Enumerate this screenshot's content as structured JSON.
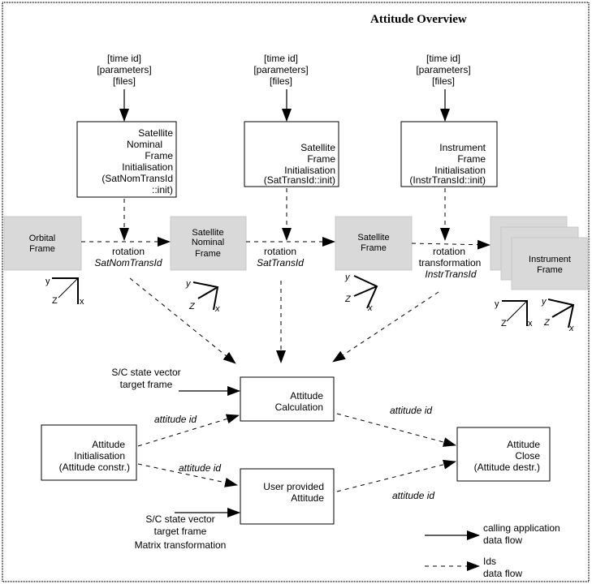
{
  "title": "Attitude Overview",
  "inputs": {
    "line1": "[time id]",
    "line2": "[parameters]",
    "line3": "[files]"
  },
  "init_boxes": [
    {
      "lines": [
        "Satellite",
        "Nominal",
        "Frame",
        "Initialisation",
        "(SatNomTransId",
        "::init)"
      ]
    },
    {
      "lines": [
        "Satellite",
        "Frame",
        "Initialisation",
        "(SatTransId::init)"
      ]
    },
    {
      "lines": [
        "Instrument",
        "Frame",
        "Initialisation",
        "(InstrTransId::init)"
      ]
    }
  ],
  "frames": [
    {
      "lines": [
        "Orbital",
        "Frame"
      ]
    },
    {
      "lines": [
        "Satellite",
        "Nominal",
        "Frame"
      ]
    },
    {
      "lines": [
        "Satellite",
        "Frame"
      ]
    },
    {
      "lines": [
        "Instrument",
        "Frame"
      ]
    }
  ],
  "transforms": [
    {
      "lines": [
        "rotation"
      ],
      "id": "SatNomTransId"
    },
    {
      "lines": [
        "rotation"
      ],
      "id": "SatTransId"
    },
    {
      "lines": [
        "rotation",
        "transformation"
      ],
      "id": "InstrTransId"
    }
  ],
  "axes": {
    "x": "x",
    "y": "y",
    "z": "Z"
  },
  "calc_box": {
    "lines": [
      "Attitude",
      "Calculation"
    ]
  },
  "user_box": {
    "lines": [
      "User provided",
      "Attitude"
    ]
  },
  "init_attitude": {
    "lines": [
      "Attitude",
      "Initialisation",
      "(Attitude  constr.)"
    ]
  },
  "close_box": {
    "lines": [
      "Attitude",
      "Close",
      "(Attitude  destr.)"
    ]
  },
  "calc_inputs": [
    "S/C state vector",
    "target frame"
  ],
  "user_inputs": [
    "S/C state vector",
    "target frame",
    "Matrix transformation"
  ],
  "attitude_id": "attitude id",
  "legend": {
    "solid": [
      "calling application",
      "data flow"
    ],
    "dashed": [
      "Ids",
      "data flow"
    ]
  }
}
